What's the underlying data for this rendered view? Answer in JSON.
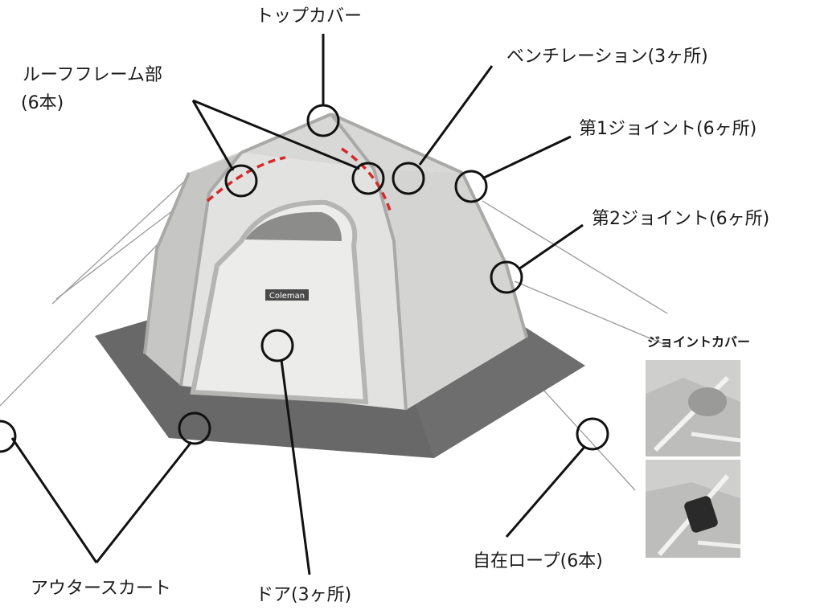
{
  "labels": {
    "top_cover": "トップカバー",
    "roof_frame_line1": "ルーフフレーム部",
    "roof_frame_line2": "(6本)",
    "ventilation": "ベンチレーション(3ヶ所)",
    "joint1": "第1ジョイント(6ヶ所)",
    "joint2": "第2ジョイント(6ヶ所)",
    "joint_cover": "ジョイントカバー",
    "outer_skirt": "アウタースカート",
    "door": "ドア(3ヶ所)",
    "guy_rope": "自在ロープ(6本)"
  },
  "tent_logo": "Coleman",
  "colors": {
    "tent_body": "#c8c8c6",
    "tent_panel": "#e2e2e0",
    "door_panel": "#ececea",
    "skirt": "#6e6e6e",
    "frame_dash": "#d42a2a",
    "callout": "#111111"
  }
}
